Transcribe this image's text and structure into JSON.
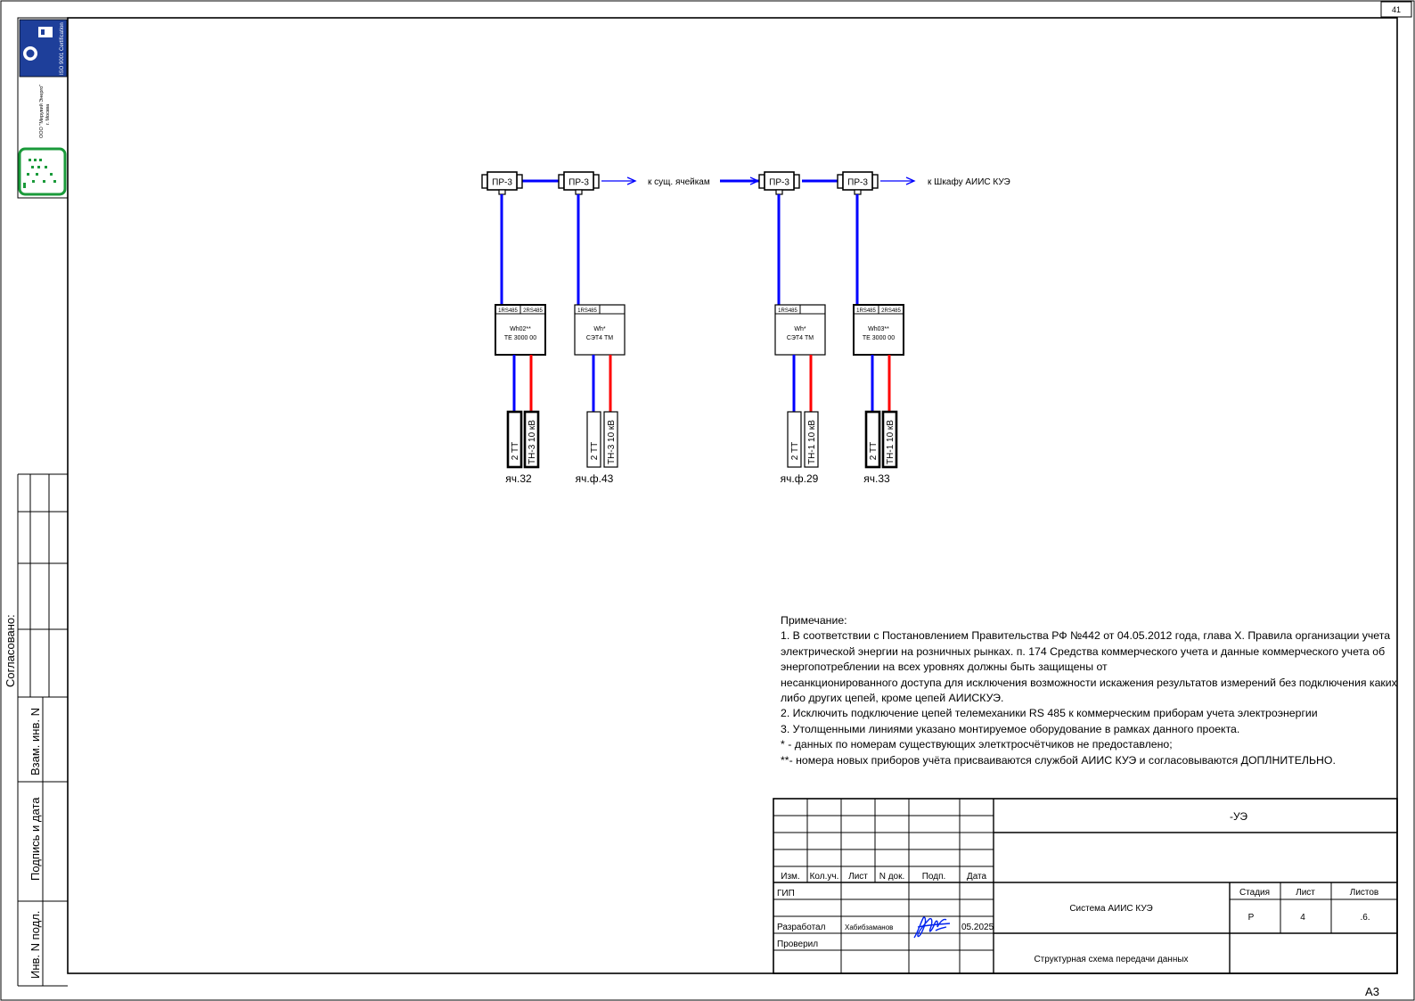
{
  "sheet": {
    "corner_number": "41",
    "format": "А3"
  },
  "side_panel": {
    "agreed": "Согласовано:",
    "swap_inv": "Взам. инв. N",
    "sign_date": "Подпись и дата",
    "inv_orig": "Инв. N подл.",
    "logo_org": "ООО \"Мирувий Энерго\"",
    "logo_city": "г. Москва",
    "iso_text": "ISO 9001 Certification"
  },
  "diagram": {
    "converters": [
      {
        "label": "ПР-3"
      },
      {
        "label": "ПР-3"
      },
      {
        "label": "ПР-3"
      },
      {
        "label": "ПР-3"
      }
    ],
    "arrow_labels": {
      "to_existing": "к сущ. ячейкам",
      "to_cabinet": "к Шкафу АИИС КУЭ"
    },
    "meters": [
      {
        "port1": "1RS485",
        "port2": "2RS485",
        "line1": "Wh02**",
        "line2": "ТЕ 3000 00"
      },
      {
        "port1": "1RS485",
        "port2": "",
        "line1": "Wh*",
        "line2": "СЭТ4 ТМ"
      },
      {
        "port1": "1RS485",
        "port2": "",
        "line1": "Wh*",
        "line2": "СЭТ4 ТМ"
      },
      {
        "port1": "1RS485",
        "port2": "2RS485",
        "line1": "Wh03**",
        "line2": "ТЕ 3000 00"
      }
    ],
    "transformers": [
      {
        "tt": "2 ТТ",
        "tn": "ТН-3 10 кВ",
        "cell": "яч.32"
      },
      {
        "tt": "2 ТТ",
        "tn": "ТН-3 10 кВ",
        "cell": "яч.ф.43"
      },
      {
        "tt": "2 ТТ",
        "tn": "ТН-1 10 кВ",
        "cell": "яч.ф.29"
      },
      {
        "tt": "2 ТТ",
        "tn": "ТН-1 10 кВ",
        "cell": "яч.33"
      }
    ],
    "colors": {
      "interface_line": "#0000ff",
      "current_line": "#ff0000"
    }
  },
  "notes": {
    "title": "Примечание:",
    "lines": [
      "1. В соответствии с Постановлением Правительства РФ №442 от 04.05.2012 года, глава X. Правила организации учета",
      "электрической энергии на розничных рынках. п. 174 Средства коммерческого учета и данные коммерческого учета об",
      "энергопотреблении на всех уровнях должны быть защищены от",
      "несанкционированного доступа для исключения возможности искажения результатов измерений без подключения каких",
      "либо других цепей, кроме цепей АИИСКУЭ.",
      "2. Исключить подключение цепей телемеханики RS 485 к коммерческим приборам учета электроэнергии",
      "3. Утолщенными линиями указано монтируемое оборудование в рамках данного проекта.",
      "* - данных по номерам существующих элетктросчётчиков не предоставлено;",
      "**- номера новых приборов учёта присваиваются службой АИИС КУЭ и согласовываются ДОПЛНИТЕЛЬНО."
    ]
  },
  "title_block": {
    "doc_code": "-УЭ",
    "headers": {
      "izm": "Изм.",
      "kol": "Кол.уч.",
      "list": "Лист",
      "ndok": "N док.",
      "podp": "Подп.",
      "data": "Дата"
    },
    "roles": {
      "gip": "ГИП",
      "developer": "Разработал",
      "checker": "Проверил"
    },
    "developer_name": "Хабибзаманов",
    "developer_date": "05.2025",
    "system": "Система АИИС КУЭ",
    "sheet_title": "Структурная схема передачи данных",
    "stage_label": "Стадия",
    "stage_value": "Р",
    "list_label": "Лист",
    "list_value": "4",
    "lists_label": "Листов",
    "lists_value": ".6."
  }
}
